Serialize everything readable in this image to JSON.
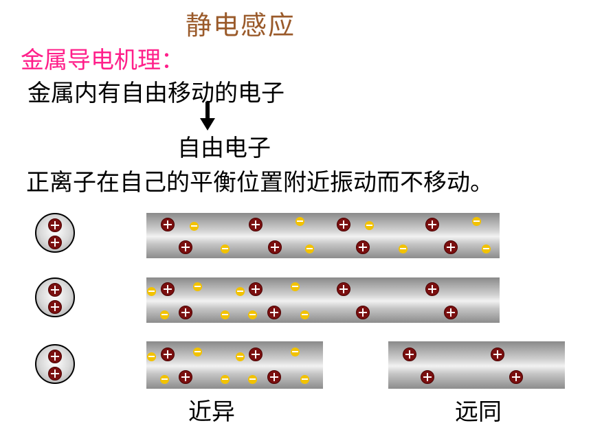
{
  "slide": {
    "title": "静电感应",
    "subtitle": "金属导电机理：",
    "line1": "金属内有自由移动的电子",
    "line2": "自由电子",
    "line3": "正离子在自己的平衡位置附近振动而不移动。",
    "label_near": "近异",
    "label_far": "远同"
  },
  "colors": {
    "title": "#9a5a2a",
    "subtitle": "#ff1f8a",
    "positive_charge": "#7a0f0f",
    "negative_charge": "#f2c200"
  }
}
